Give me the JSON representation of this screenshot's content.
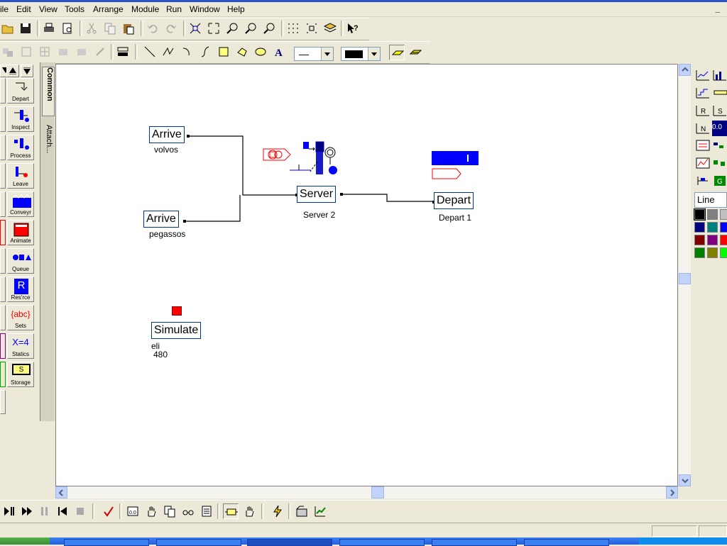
{
  "menu": {
    "items": [
      "ile",
      "Edit",
      "View",
      "Tools",
      "Arrange",
      "Module",
      "Run",
      "Window",
      "Help"
    ],
    "minimize_label": "_"
  },
  "toolbar": {
    "line_style_label": "—",
    "fill_color": "#000000"
  },
  "left_palette": {
    "tiles": [
      "Depart",
      "Inspect",
      "Process",
      "Leave",
      "Conveyr",
      "Animate",
      "Queue",
      "Res'rce",
      "Sets",
      "Statics",
      "Storage"
    ],
    "queue_text": "",
    "resource_text": "R",
    "sets_text": "{abc}",
    "statics_text": "X=4",
    "storage_text": "S"
  },
  "vertical_tabs": [
    "Common",
    "Attach..."
  ],
  "canvas": {
    "arrive1": {
      "label": "Arrive",
      "sub": "volvos"
    },
    "arrive2": {
      "label": "Arrive",
      "sub": "pegassos"
    },
    "server": {
      "label": "Server",
      "sub": "Server 2"
    },
    "depart": {
      "label": "Depart",
      "sub": "Depart 1"
    },
    "simulate": {
      "label": "Simulate",
      "sub1": "eli",
      "sub2": "480"
    }
  },
  "right_palette": {
    "line_field_value": "Line",
    "value_text": "0.0",
    "swatches": [
      "#000000",
      "#808080",
      "#c0c0c0",
      "#000080",
      "#008080",
      "#0000ff",
      "#800000",
      "#800080",
      "#ff0000",
      "#008000",
      "#808000",
      "#00ff00"
    ]
  },
  "colors": {
    "block_border": "#003399",
    "entity_red": "#ff0000",
    "queue_blue": "#0000ff",
    "title_blue": "#2a55c8"
  }
}
